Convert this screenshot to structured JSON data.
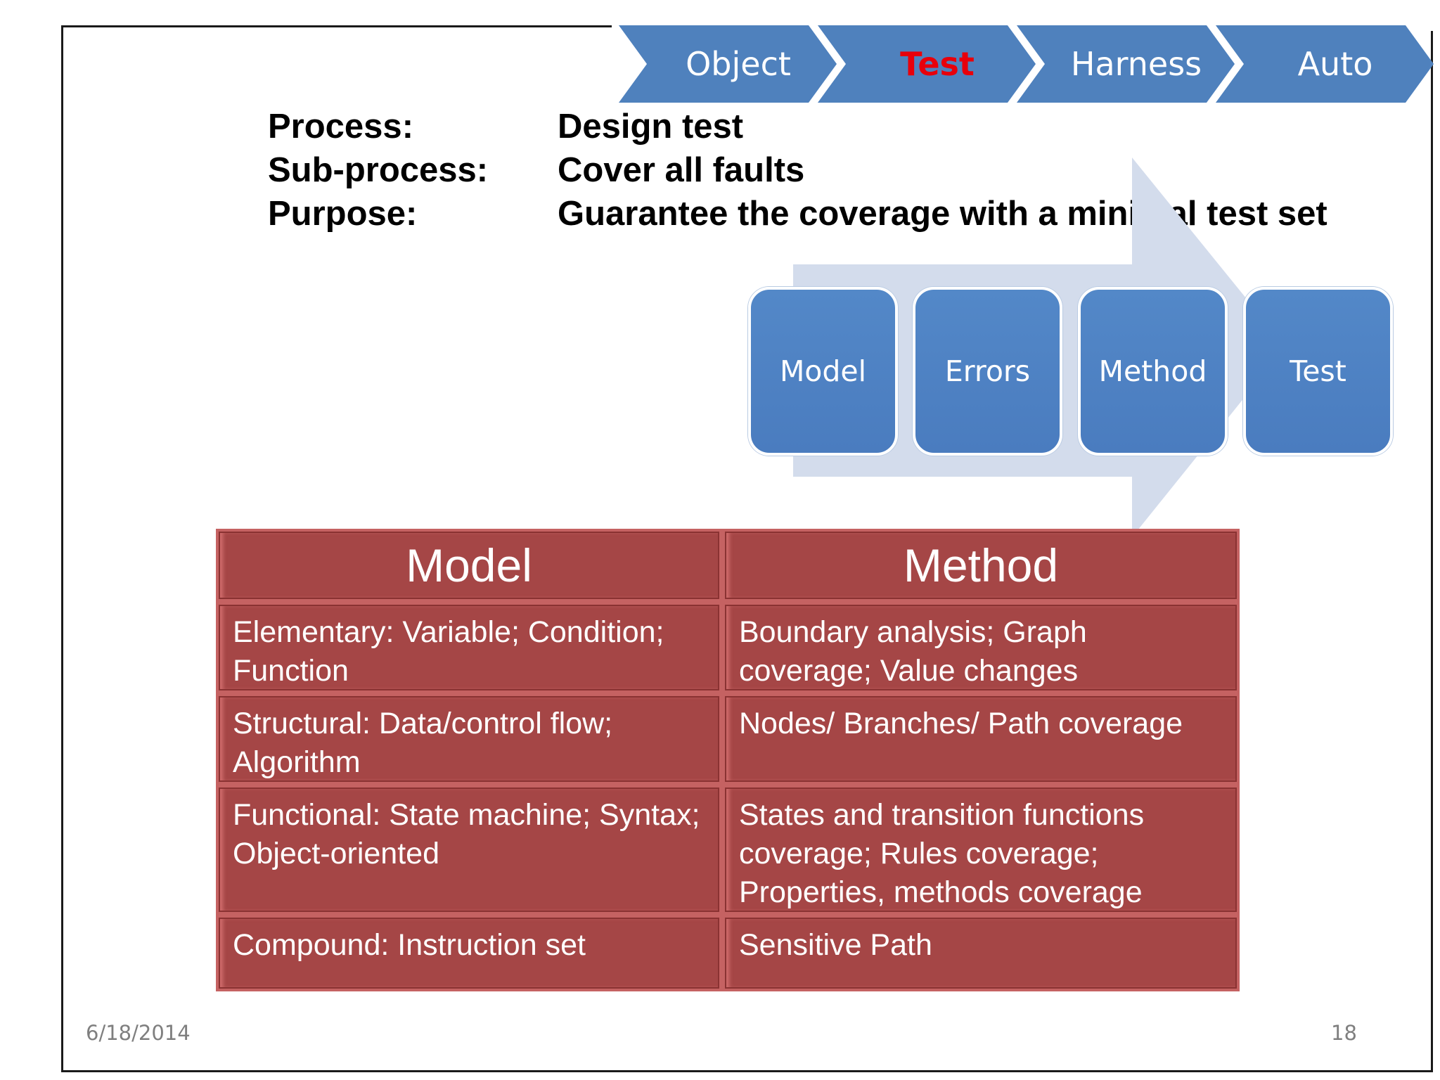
{
  "process_bar": {
    "steps": [
      "Object",
      "Test",
      "Harness",
      "Auto"
    ],
    "active": "Test",
    "color": "#4f81bd",
    "active_color": "#e8000b"
  },
  "info": {
    "process_label": "Process:",
    "process_value": "Design test",
    "subprocess_label": "Sub-process:",
    "subprocess_value": "Cover all faults",
    "purpose_label": "Purpose:",
    "purpose_value": "Guarantee the coverage with a minimal test set"
  },
  "flow": {
    "steps": [
      "Model",
      "Errors",
      "Method",
      "Test"
    ],
    "arrow_color": "#d3dcec",
    "box_color": "#4f81bd"
  },
  "table": {
    "headers": [
      "Model",
      "Method"
    ],
    "rows": [
      [
        "Elementary: Variable; Condition; Function",
        "Boundary analysis; Graph coverage; Value changes"
      ],
      [
        "Structural: Data/control flow; Algorithm",
        "Nodes/ Branches/ Path coverage"
      ],
      [
        "Functional: State machine; Syntax; Object-oriented",
        "States and transition functions coverage;  Rules coverage; Properties, methods coverage"
      ],
      [
        "Compound: Instruction set",
        "Sensitive Path"
      ]
    ],
    "color": "#a54646"
  },
  "footer": {
    "date": "6/18/2014",
    "page": "18"
  }
}
